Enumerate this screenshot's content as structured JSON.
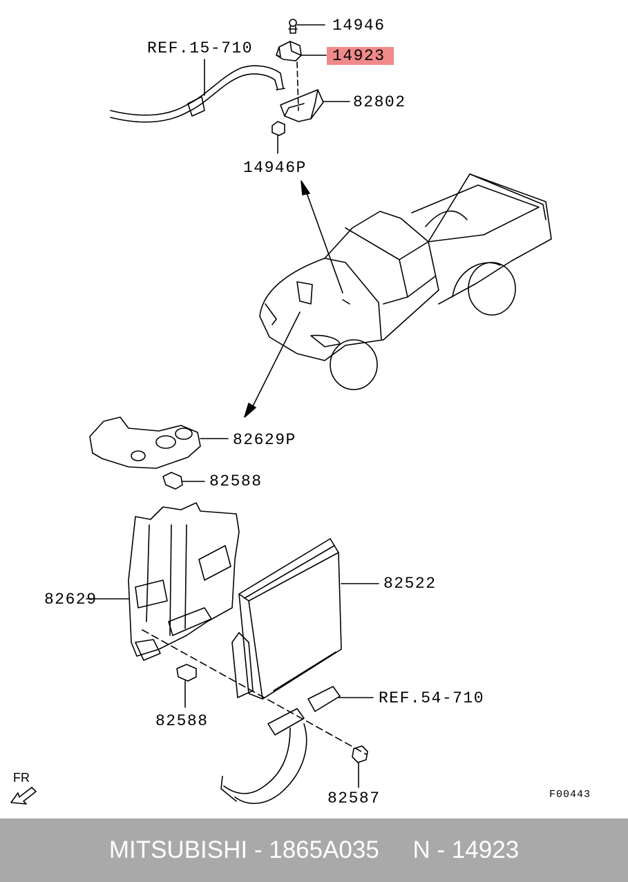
{
  "callouts": {
    "p14946_top": "14946",
    "p14923": "14923",
    "ref_15_710": "REF.15-710",
    "p82802": "82802",
    "p14946P": "14946P",
    "p82629P": "82629P",
    "p82588_top": "82588",
    "p82522": "82522",
    "p82629": "82629",
    "ref_54_710": "REF.54-710",
    "p82588_bottom": "82588",
    "p82587": "82587"
  },
  "diagram_code": "F00443",
  "direction_label": "FR",
  "highlight_color": "#f08a8a",
  "footer": {
    "text": "MITSUBISHI - 1865A035     N - 14923"
  }
}
